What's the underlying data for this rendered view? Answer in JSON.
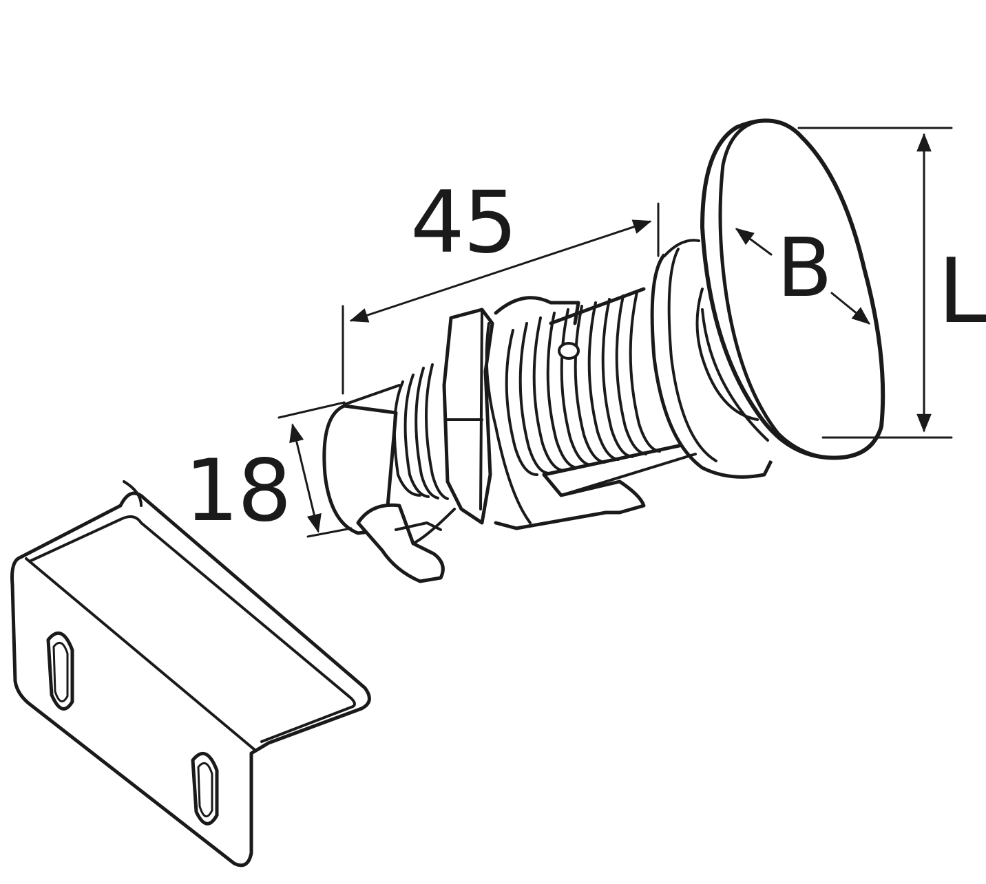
{
  "diagram": {
    "labels": {
      "length_45": "45",
      "diameter_18": "18",
      "breadth": "B",
      "length": "L"
    },
    "colors": {
      "line": "#1a1a1a",
      "background": "#ffffff"
    }
  }
}
